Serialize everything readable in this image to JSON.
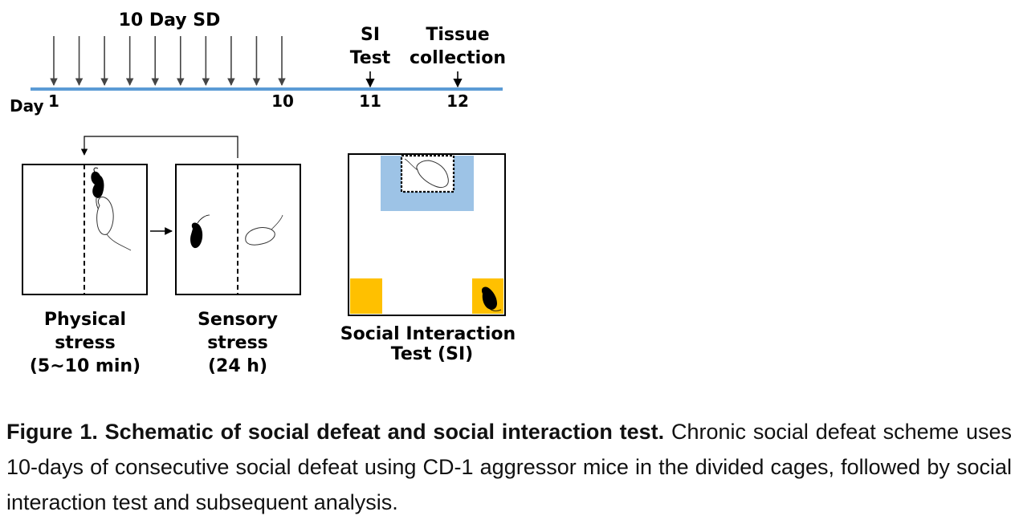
{
  "timeline": {
    "sd_label": "10 Day SD",
    "day_prefix": "Day",
    "ticks": [
      "1",
      "10",
      "11",
      "12"
    ],
    "si_label": [
      "SI",
      "Test"
    ],
    "tissue_label": [
      "Tissue",
      "collection"
    ],
    "line_color": "#5b9bd5",
    "arrow_count": 10
  },
  "panels": {
    "physical": [
      "Physical",
      "stress",
      "(5~10 min)"
    ],
    "sensory": [
      "Sensory",
      "stress",
      "(24 h)"
    ],
    "si": [
      "Social Interaction",
      "Test (SI)"
    ]
  },
  "colors": {
    "interaction_zone": "#9dc3e6",
    "corner_zone": "#ffc000"
  },
  "caption": {
    "bold": "Figure 1. Schematic of social defeat and social interaction test.",
    "text": " Chronic social defeat scheme uses 10-days of consecutive social defeat using CD-1 aggressor mice in the divided cages, followed by social interaction test and subsequent analysis."
  }
}
